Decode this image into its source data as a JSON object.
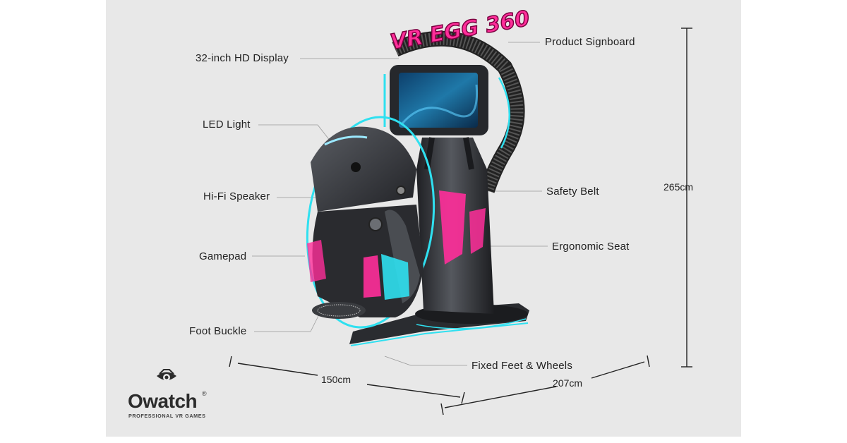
{
  "labels": {
    "display": "32-inch HD Display",
    "signboard": "Product Signboard",
    "led": "LED Light",
    "speaker": "Hi-Fi Speaker",
    "safety_belt": "Safety Belt",
    "gamepad": "Gamepad",
    "ergonomic_seat": "Ergonomic Seat",
    "foot_buckle": "Foot Buckle",
    "feet_wheels": "Fixed Feet & Wheels"
  },
  "dimensions": {
    "height": "265cm",
    "depth": "150cm",
    "width": "207cm"
  },
  "signboard_text": "VR EGG 360",
  "logo": {
    "name": "Owatch",
    "registered": "®",
    "tagline": "PROFESSIONAL VR GAMES"
  },
  "colors": {
    "background": "#e8e8e8",
    "accent_pink": "#ff2e9a",
    "accent_cyan": "#2fe0f0",
    "body_dark": "#2b2d31"
  }
}
